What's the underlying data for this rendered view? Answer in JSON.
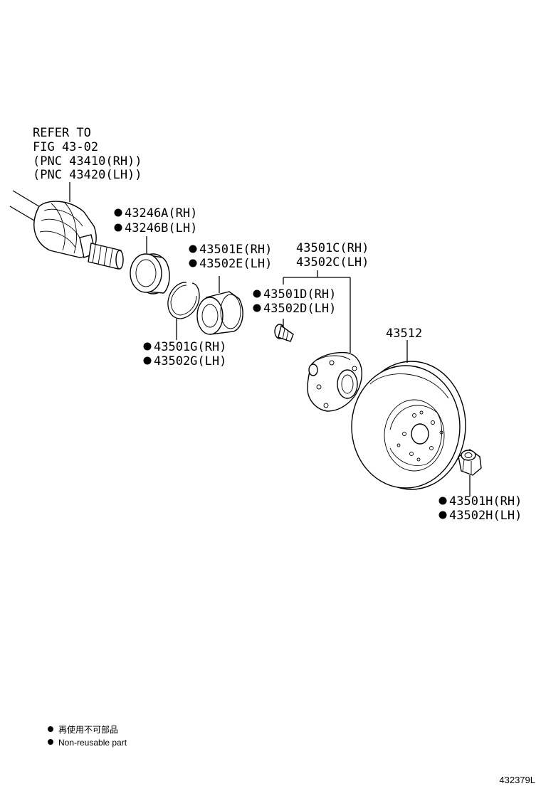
{
  "drawing": {
    "shaft_ref": [
      "REFER TO",
      "FIG 43-02",
      "(PNC 43410(RH))",
      "(PNC 43420(LH))"
    ],
    "callouts": {
      "dust_seal": [
        "43246A(RH)",
        "43246B(LH)"
      ],
      "bearing": [
        "43501E(RH)",
        "43502E(LH)"
      ],
      "snap_ring": [
        "43501G(RH)",
        "43502G(LH)"
      ],
      "hub_bolt": [
        "43501D(RH)",
        "43502D(LH)"
      ],
      "hub": [
        "43501C(RH)",
        "43502C(LH)"
      ],
      "disc": "43512",
      "nut": [
        "43501H(RH)",
        "43502H(LH)"
      ]
    },
    "legend": {
      "line_jp": "再使用不可部品",
      "line_en": "Non-reusable part"
    },
    "drawing_number": "432379L"
  }
}
